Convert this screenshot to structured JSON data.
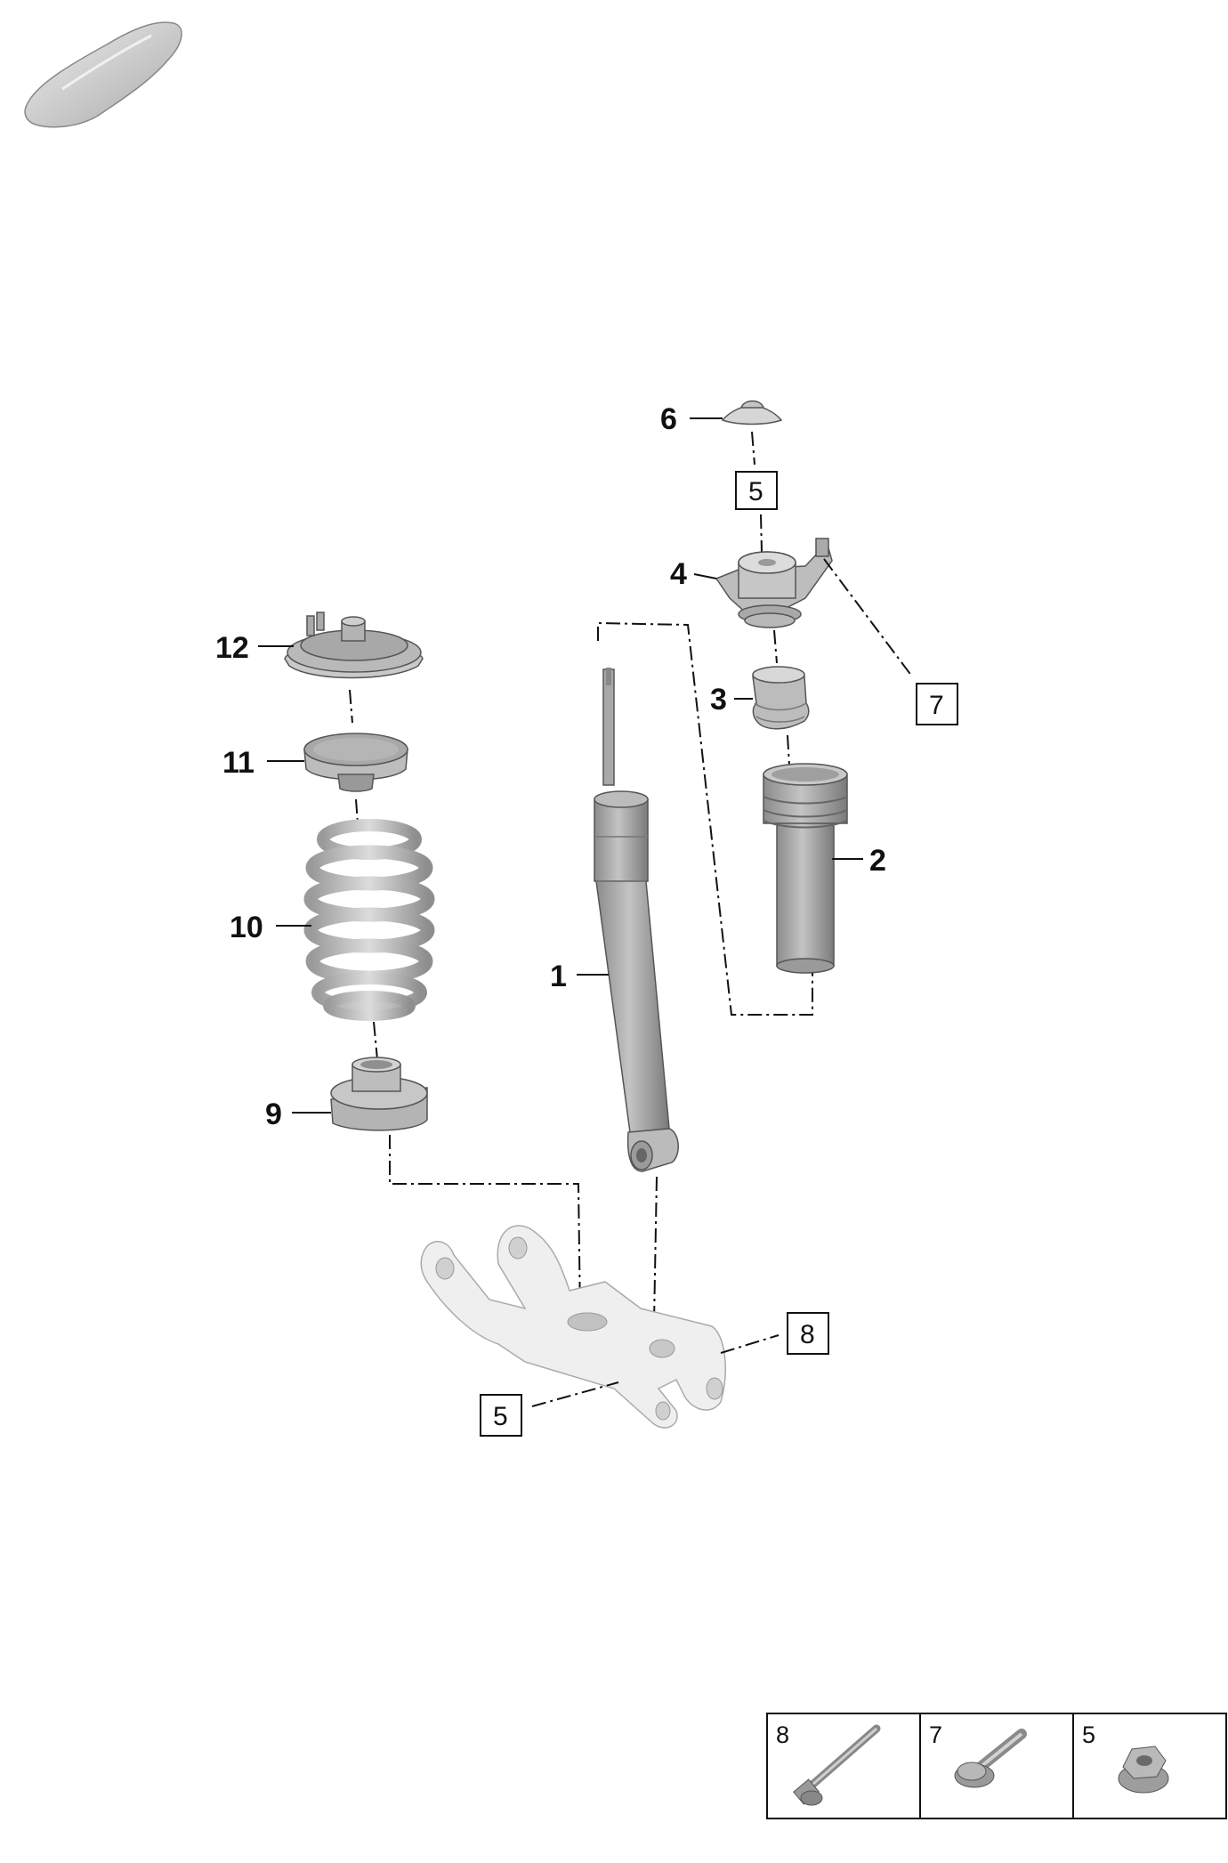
{
  "callouts": {
    "c1": "1",
    "c2": "2",
    "c3": "3",
    "c4": "4",
    "c6": "6",
    "c9": "9",
    "c10": "10",
    "c11": "11",
    "c12": "12"
  },
  "boxed_refs": {
    "b5_top": "5",
    "b7": "7",
    "b8": "8",
    "b5_bottom": "5"
  },
  "hardware_table": {
    "cells": [
      {
        "label": "8",
        "icon": "long-bolt-icon"
      },
      {
        "label": "7",
        "icon": "flange-bolt-icon"
      },
      {
        "label": "5",
        "icon": "flange-nut-icon"
      }
    ]
  },
  "colors": {
    "line": "#111111",
    "part_light": "#e2e2e2",
    "part_mid": "#b5b5b5",
    "part_dark": "#8a8a8a",
    "arm": "#f0f0f0"
  },
  "thumbnail_icon": "car-silhouette-icon"
}
